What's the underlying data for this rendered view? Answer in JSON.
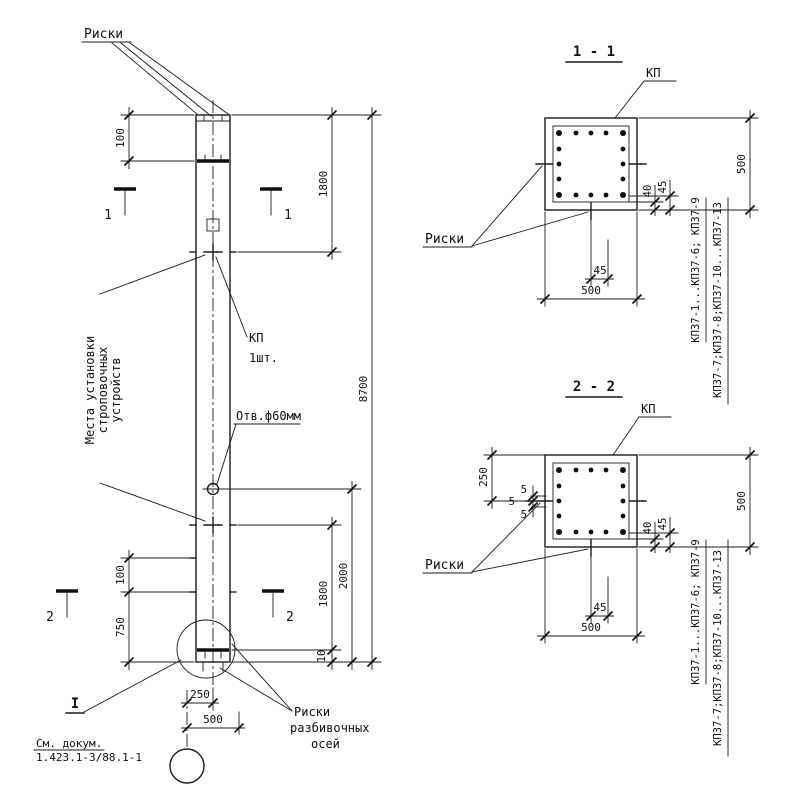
{
  "colors": {
    "ink": "#1b1b1b",
    "bg": "#ffffff"
  },
  "elevation": {
    "riski_top": "Риски",
    "section_marks": {
      "s1": "1",
      "s2": "2"
    },
    "kp_label": "КП",
    "kp_qty": "1шт.",
    "hole_label": "Отв.ф60мм",
    "strop_label": [
      "Места установки",
      "строповочных",
      "устройств"
    ],
    "riski_axes": [
      "Риски",
      "разбивочных",
      "осей"
    ],
    "detail_mark": "I",
    "doc_ref": [
      "См. докум.",
      "1.423.1-3/88.1-1"
    ],
    "dims": {
      "top_100": "100",
      "top_1800": "1800",
      "total_8700": "8700",
      "bottom_2000": "2000",
      "bottom_1800": "1800",
      "left_100": "100",
      "left_750": "750",
      "bottom_10": "10",
      "axis_250": "250",
      "width_500": "500"
    }
  },
  "section_1_1": {
    "title": "1 - 1",
    "kp_label": "КП",
    "riski_label": "Риски",
    "dims": {
      "bottom_45": "45",
      "bottom_500": "500",
      "right_40": "40",
      "right_45": "45",
      "right_500": "500"
    },
    "series_a": "КП37-1...КП37-6; КП37-9",
    "series_b": "КП37-7;КП37-8;КП37-10...КП37-13"
  },
  "section_2_2": {
    "title": "2 - 2",
    "kp_label": "КП",
    "riski_label": "Риски",
    "dims": {
      "left_250": "250",
      "notch_5a": "5",
      "notch_5b": "5",
      "notch_5c": "5",
      "bottom_45": "45",
      "bottom_500": "500",
      "right_40": "40",
      "right_45": "45",
      "right_500": "500"
    },
    "series_a": "КП37-1...КП37-6; КП37-9",
    "series_b": "КП37-7;КП37-8;КП37-10...КП37-13"
  }
}
